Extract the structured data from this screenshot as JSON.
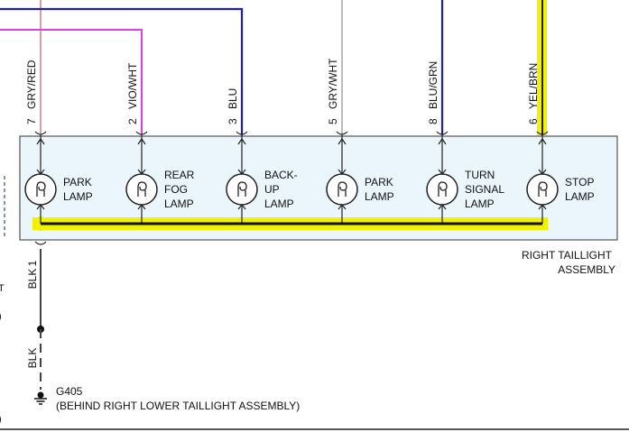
{
  "colors": {
    "assembly_fill": "#eaf5fc",
    "assembly_stroke": "#555555",
    "highlight": "#f2f200",
    "wire_red": "#d9a0a0",
    "wire_violet": "#e040e0",
    "wire_blue": "#2020b0",
    "wire_gray": "#bbbbbb",
    "wire_black": "#222222",
    "side_box": "#2d4d7a"
  },
  "wires": [
    {
      "pin": "7",
      "color_code": "GRY/RED",
      "color": "#d9a0a0"
    },
    {
      "pin": "2",
      "color_code": "VIO/WHT",
      "color": "#e040e0"
    },
    {
      "pin": "3",
      "color_code": "BLU",
      "color": "#2020b0"
    },
    {
      "pin": "5",
      "color_code": "GRY/WHT",
      "color": "#bbbbbb"
    },
    {
      "pin": "8",
      "color_code": "BLU/GRN",
      "color": "#2020b0"
    },
    {
      "pin": "6",
      "color_code": "YEL/BRN",
      "color": "#222222"
    }
  ],
  "lamps": [
    {
      "label_lines": [
        "PARK",
        "LAMP"
      ]
    },
    {
      "label_lines": [
        "REAR",
        "FOG",
        "LAMP"
      ]
    },
    {
      "label_lines": [
        "BACK-",
        "UP",
        "LAMP"
      ]
    },
    {
      "label_lines": [
        "PARK",
        "LAMP"
      ]
    },
    {
      "label_lines": [
        "TURN",
        "SIGNAL",
        "LAMP"
      ]
    },
    {
      "label_lines": [
        "STOP",
        "LAMP"
      ]
    }
  ],
  "assembly": {
    "label_line1": "RIGHT TAILLIGHT",
    "label_line2": "ASSEMBLY"
  },
  "ground_wire": {
    "pin": "1",
    "color_code_upper": "BLK",
    "color_code_lower": "BLK"
  },
  "ground": {
    "id": "G405",
    "location": "(BEHIND RIGHT LOWER TAILLIGHT ASSEMBLY)"
  },
  "left_edge_fragments": [
    "T",
    ")",
    ")"
  ]
}
